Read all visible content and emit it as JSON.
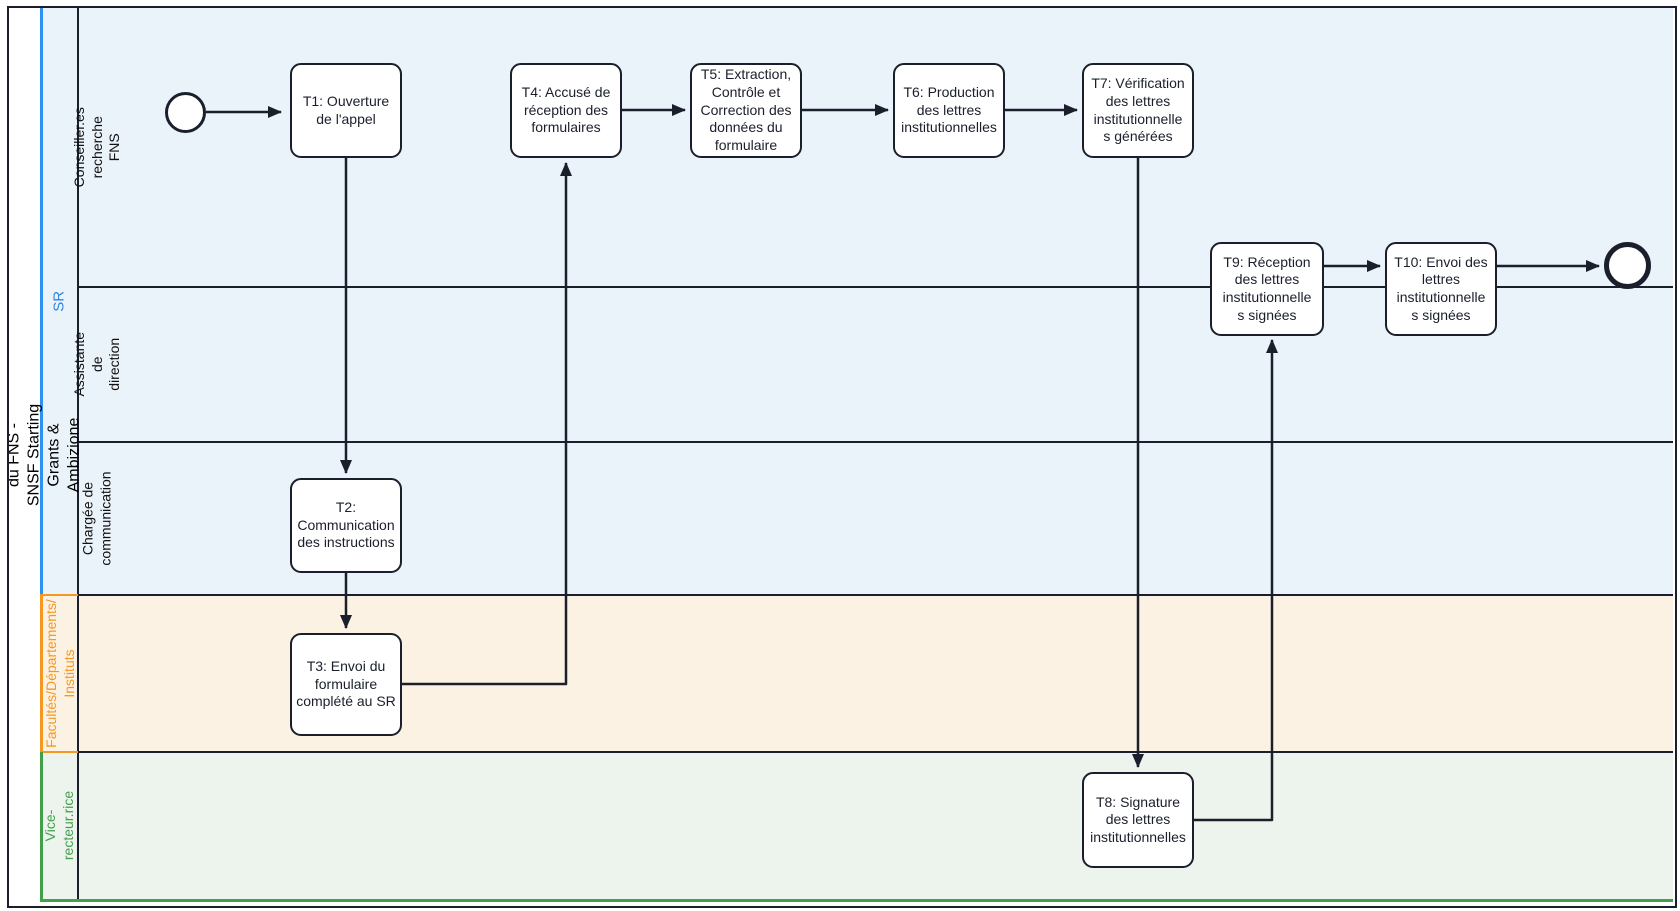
{
  "diagram_title": "Lettres institutionnelles du FNS - SNSF Starting Grants & Ambizione",
  "colors": {
    "stroke": "#1a1f2b",
    "sr_accent": "#2e90f0",
    "sr_fill": "#eaf2fa",
    "facultes_accent": "#f59822",
    "facultes_fill": "#fcf2e3",
    "vice_accent": "#43a04a",
    "vice_fill": "#ecf4ed"
  },
  "pools": {
    "sr": {
      "label": "SR",
      "lanes": {
        "lane1": "Conseiller.es recherche FNS",
        "lane2": "Assistante de direction",
        "lane3": "Chargée de\ncommunication"
      }
    },
    "facultes": {
      "label": "Facultés/Départements/\nInstituts"
    },
    "vice": {
      "label": "Vice-recteur.rice"
    }
  },
  "tasks": {
    "t1": {
      "label": "T1: Ouverture\nde l'appel",
      "lane": "Conseiller.es recherche FNS"
    },
    "t2": {
      "label": "T2:\nCommunication\ndes instructions",
      "lane": "Chargée de communication"
    },
    "t3": {
      "label": "T3: Envoi du\nformulaire\ncomplété au SR",
      "lane": "Facultés/Départements/Instituts"
    },
    "t4": {
      "label": "T4: Accusé de\nréception des\nformulaires",
      "lane": "Conseiller.es recherche FNS"
    },
    "t5": {
      "label": "T5: Extraction,\nContrôle et\nCorrection des\ndonnées du\nformulaire",
      "lane": "Conseiller.es recherche FNS"
    },
    "t6": {
      "label": "T6: Production\ndes lettres\ninstitutionnelles",
      "lane": "Conseiller.es recherche FNS"
    },
    "t7": {
      "label": "T7: Vérification\ndes lettres\ninstitutionnelle\ns générées",
      "lane": "Conseiller.es recherche FNS"
    },
    "t8": {
      "label": "T8: Signature\ndes lettres\ninstitutionnelles",
      "lane": "Vice-recteur.rice"
    },
    "t9": {
      "label": "T9: Réception\ndes lettres\ninstitutionnelle\ns signées",
      "lane": "Conseiller.es recherche FNS / Assistante de direction"
    },
    "t10": {
      "label": "T10: Envoi des\nlettres\ninstitutionnelle\ns signées",
      "lane": "Conseiller.es recherche FNS / Assistante de direction"
    }
  },
  "events": {
    "start": {
      "type": "start-event"
    },
    "end": {
      "type": "end-event"
    }
  },
  "flows": [
    {
      "from": "start",
      "to": "t1"
    },
    {
      "from": "t1",
      "to": "t2"
    },
    {
      "from": "t2",
      "to": "t3"
    },
    {
      "from": "t3",
      "to": "t4"
    },
    {
      "from": "t4",
      "to": "t5"
    },
    {
      "from": "t5",
      "to": "t6"
    },
    {
      "from": "t6",
      "to": "t7"
    },
    {
      "from": "t7",
      "to": "t8"
    },
    {
      "from": "t8",
      "to": "t9"
    },
    {
      "from": "t9",
      "to": "t10"
    },
    {
      "from": "t10",
      "to": "end"
    }
  ]
}
